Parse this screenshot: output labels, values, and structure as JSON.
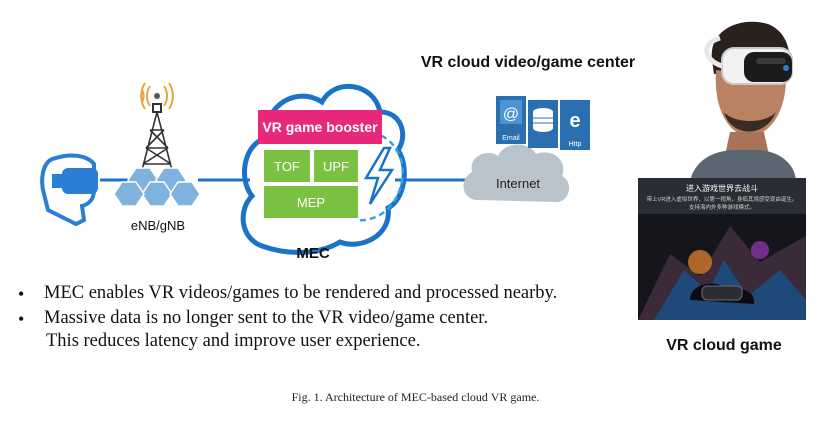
{
  "diagram": {
    "cloud_center_title": "VR cloud video/game center",
    "enb_label": "eNB/gNB",
    "mec_label": "MEC",
    "booster_label": "VR game booster",
    "tof_label": "TOF",
    "upf_label": "UPF",
    "mep_label": "MEP",
    "internet_label": "Internet",
    "server_labels": [
      "Email",
      "Http"
    ],
    "cloud_game_label": "VR cloud game",
    "game_screen": {
      "title": "进入游戏世界去战斗",
      "line1": "带上VR进入虚拟世界，以第一视角，身临其境感受现由诞生。",
      "line2": "支持海内外多种游戏模式。"
    }
  },
  "bullets": [
    {
      "lines": [
        "MEC enables VR videos/games to be rendered and processed nearby."
      ]
    },
    {
      "lines": [
        "Massive data is no longer sent to the VR video/game center.",
        "This reduces latency and improve user experience."
      ]
    }
  ],
  "caption": "Fig. 1. Architecture of MEC-based cloud VR game.",
  "colors": {
    "blue": "#1a73c8",
    "booster_pink": "#e8287a",
    "green_box": "#7cc242",
    "gray_cloud": "#b9c3cc",
    "headset_blue": "#2a7fd4"
  }
}
